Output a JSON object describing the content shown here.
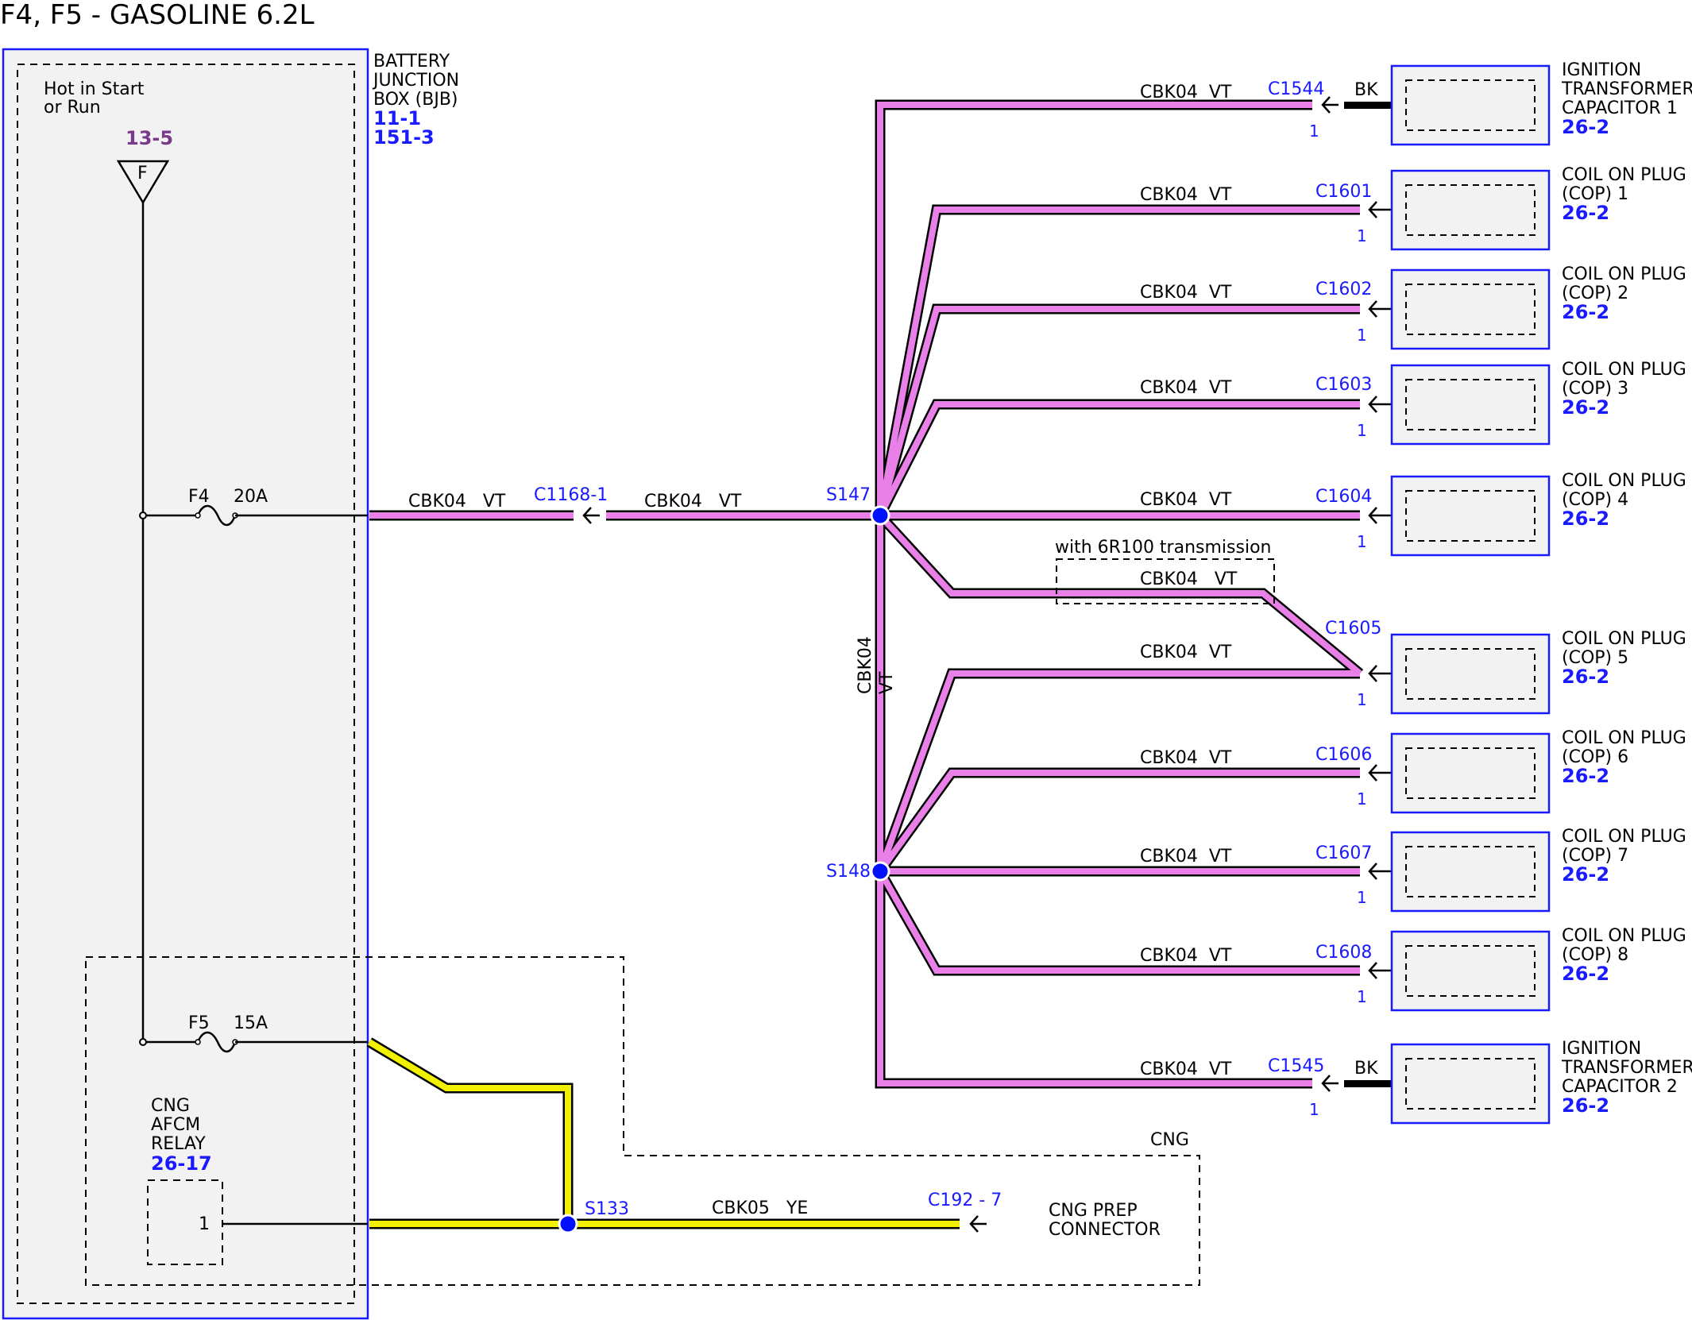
{
  "title": "F4, F5 - GASOLINE 6.2L",
  "colors": {
    "wire_vt": "#e880e8",
    "wire_ye": "#f0f000",
    "outline": "#1a1aff",
    "ref": "#1a1aff",
    "feed_ref": "#7a3a8a",
    "splice": "#0010ff",
    "box_fill": "#f2f2f2"
  },
  "bjb": {
    "name_lines": [
      "BATTERY",
      "JUNCTION",
      "BOX (BJB)"
    ],
    "refs": [
      "11-1",
      "151-3"
    ],
    "hot_label_lines": [
      "Hot in Start",
      "or Run"
    ],
    "feed_ref": "13-5",
    "feed_letter": "F",
    "fuse_f4": {
      "name": "F4",
      "rating": "20A"
    },
    "fuse_f5": {
      "name": "F5",
      "rating": "15A"
    }
  },
  "relay": {
    "name_lines": [
      "CNG",
      "AFCM",
      "RELAY"
    ],
    "ref": "26-17",
    "pin": "1"
  },
  "wires": {
    "main_1": {
      "circuit": "CBK04",
      "color": "VT"
    },
    "main_2": {
      "circuit": "CBK04",
      "color": "VT"
    },
    "trunk": {
      "circuit": "CBK04",
      "color": "VT"
    },
    "cng": {
      "circuit": "CBK05",
      "color": "YE"
    }
  },
  "connectors": {
    "inline": "C1168-1",
    "cng_prep": "C192 - 7"
  },
  "splices": {
    "s147": "S147",
    "s148": "S148",
    "s133": "S133"
  },
  "option_label": "with 6R100 transmission",
  "option_wire": {
    "circuit": "CBK04",
    "color": "VT"
  },
  "cng_label": "CNG",
  "cng_prep_lines": [
    "CNG PREP",
    "CONNECTOR"
  ],
  "loads": [
    {
      "conn": "C1544",
      "pin": "1",
      "circuit": "CBK04",
      "color": "VT",
      "wire_tag": "BK",
      "name_lines": [
        "IGNITION",
        "TRANSFORMER",
        "CAPACITOR 1"
      ],
      "ref": "26-2"
    },
    {
      "conn": "C1601",
      "pin": "1",
      "circuit": "CBK04",
      "color": "VT",
      "wire_tag": "",
      "name_lines": [
        "COIL ON PLUG",
        "(COP) 1"
      ],
      "ref": "26-2"
    },
    {
      "conn": "C1602",
      "pin": "1",
      "circuit": "CBK04",
      "color": "VT",
      "wire_tag": "",
      "name_lines": [
        "COIL ON PLUG",
        "(COP) 2"
      ],
      "ref": "26-2"
    },
    {
      "conn": "C1603",
      "pin": "1",
      "circuit": "CBK04",
      "color": "VT",
      "wire_tag": "",
      "name_lines": [
        "COIL ON PLUG",
        "(COP) 3"
      ],
      "ref": "26-2"
    },
    {
      "conn": "C1604",
      "pin": "1",
      "circuit": "CBK04",
      "color": "VT",
      "wire_tag": "",
      "name_lines": [
        "COIL ON PLUG",
        "(COP) 4"
      ],
      "ref": "26-2"
    },
    {
      "conn": "C1605",
      "pin": "1",
      "circuit": "CBK04",
      "color": "VT",
      "wire_tag": "",
      "name_lines": [
        "COIL ON PLUG",
        "(COP) 5"
      ],
      "ref": "26-2"
    },
    {
      "conn": "C1606",
      "pin": "1",
      "circuit": "CBK04",
      "color": "VT",
      "wire_tag": "",
      "name_lines": [
        "COIL ON PLUG",
        "(COP) 6"
      ],
      "ref": "26-2"
    },
    {
      "conn": "C1607",
      "pin": "1",
      "circuit": "CBK04",
      "color": "VT",
      "wire_tag": "",
      "name_lines": [
        "COIL ON PLUG",
        "(COP) 7"
      ],
      "ref": "26-2"
    },
    {
      "conn": "C1608",
      "pin": "1",
      "circuit": "CBK04",
      "color": "VT",
      "wire_tag": "",
      "name_lines": [
        "COIL ON PLUG",
        "(COP) 8"
      ],
      "ref": "26-2"
    },
    {
      "conn": "C1545",
      "pin": "1",
      "circuit": "CBK04",
      "color": "VT",
      "wire_tag": "BK",
      "name_lines": [
        "IGNITION",
        "TRANSFORMER",
        "CAPACITOR 2"
      ],
      "ref": "26-2"
    }
  ]
}
